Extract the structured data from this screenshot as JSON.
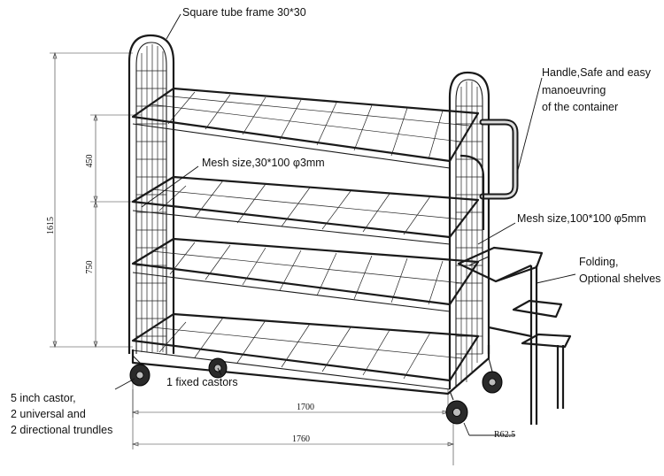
{
  "callouts": {
    "frame": "Square tube frame 30*30",
    "handle_line1": "Handle,Safe and easy",
    "handle_line2": "manoeuvring",
    "handle_line3": "of the container",
    "mesh_small": "Mesh size,30*100 φ3mm",
    "mesh_large": "Mesh size,100*100 φ5mm",
    "folding_line1": "Folding,",
    "folding_line2": "Optional shelves",
    "castor_line1": "5 inch castor,",
    "castor_line2": "2 universal and",
    "castor_line3": "2 directional trundles",
    "fixed_castors": "1 fixed castors"
  },
  "dimensions": {
    "total_height": "1615",
    "shelf_spacing_top": "450",
    "shelf_spacing_mid": "750",
    "inner_length": "1700",
    "overall_length": "1760",
    "radius": "R62.5"
  }
}
